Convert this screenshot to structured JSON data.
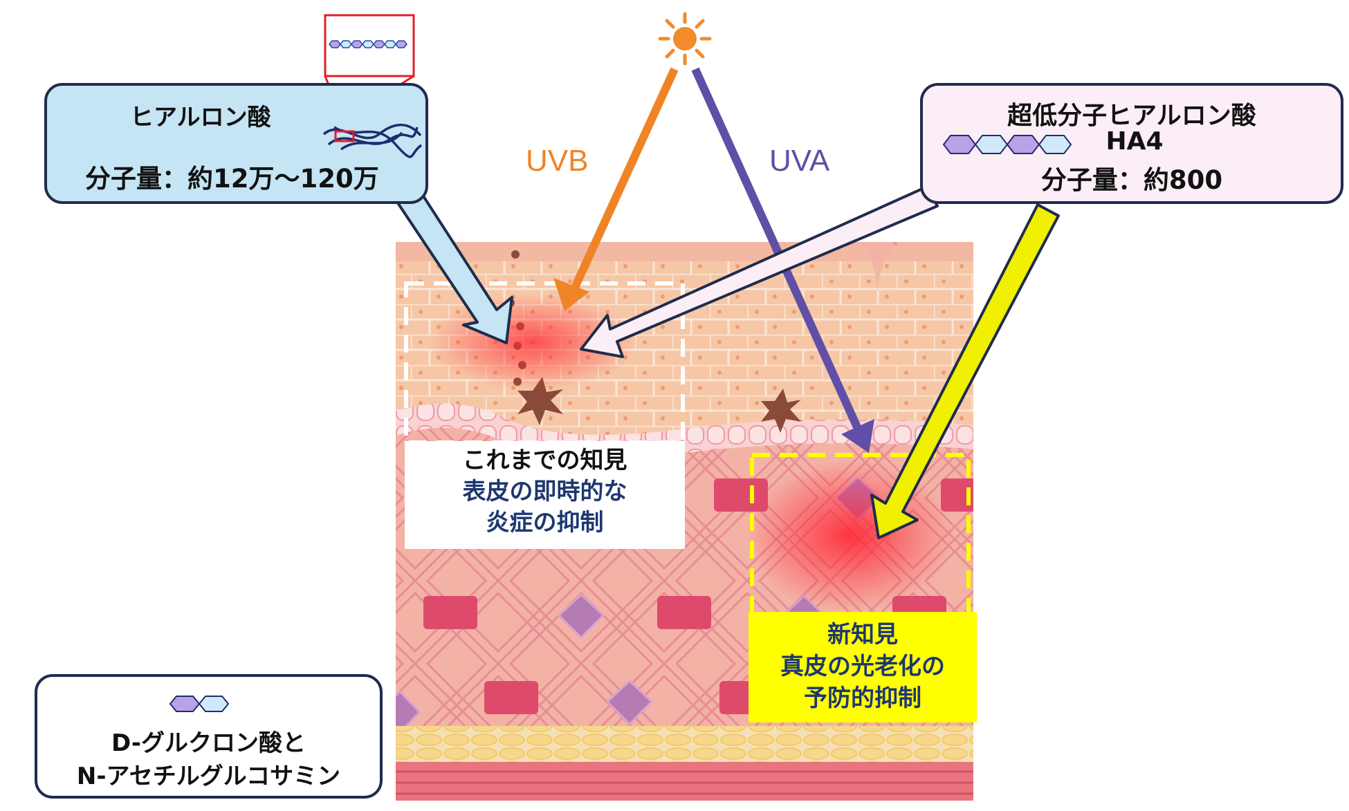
{
  "hyaluronic_acid": {
    "title": "ヒアルロン酸",
    "weight": "分子量：約12万～120万",
    "strand_icon": "tangled-strand-icon"
  },
  "ha4": {
    "title": "超低分子ヒアルロン酸",
    "name": "HA4",
    "weight": "分子量：約800",
    "chain_icon": "hexagon-chain-icon"
  },
  "uv": {
    "uvb_label": "UVB",
    "uva_label": "UVA",
    "uvb_color": "#ef8427",
    "uva_color": "#5f4fa6",
    "sun_icon": "sun-icon"
  },
  "known_findings": {
    "heading": "これまでの知見",
    "line1": "表皮の即時的な",
    "line2": "炎症の抑制"
  },
  "new_findings": {
    "heading": "新知見",
    "line1": "真皮の光老化の",
    "line2": "予防的抑制",
    "highlight_color": "#ffff00"
  },
  "legend": {
    "line1": "D-グルクロン酸と",
    "line2": "N-アセチルグルコサミン"
  },
  "colors": {
    "box_border": "#1f2c4c",
    "ha_box": "#c5e4f4",
    "ha4_box": "#fbeef6",
    "ha4_arrow": "#f0f000",
    "hex_purple": "#b9a3e6",
    "hex_blue": "#cfe9fa"
  }
}
